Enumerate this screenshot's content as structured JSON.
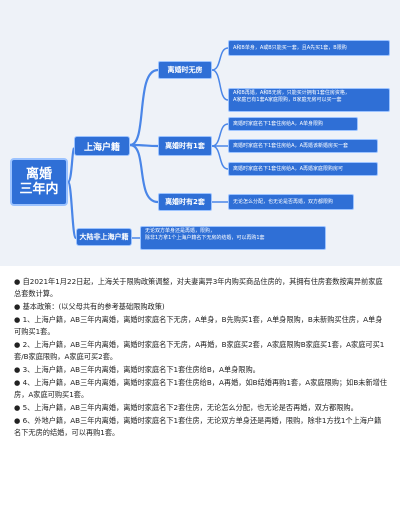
{
  "diagram": {
    "root": "离婚\n三年内",
    "branch_shanghai": "上海户籍",
    "branch_nonlocal": "大陆非上海户籍",
    "no_house": "离婚时无房",
    "one_house": "离婚时有1套",
    "two_house": "离婚时有2套",
    "leaves": {
      "no_house_1": [
        "A和B单身，A或B只能买一套，且A先买1套，B限购"
      ],
      "no_house_2": [
        "A和B再婚，A和B无房，只能买计拥有1套住房资格，",
        "A家庭已有1套A家庭限购，B家庭无房可以买一套"
      ],
      "one_house_1": [
        "离婚时家庭名下1套住房给A，A单身限购"
      ],
      "one_house_2": [
        "离婚时家庭名下1套住房给A，A再婚该新婚房买一套"
      ],
      "one_house_3": [
        "离婚时家庭名下1套住房给A，A再婚家庭限购房可"
      ],
      "two_house_1": [
        "无论怎么分配，也无论是否再婚，双方都限购"
      ],
      "nonlocal_1": [
        "无论双方单身还是再婚，限购，",
        "除非1方拿1个上海户籍名下无房的结婚，可以再购1套"
      ]
    }
  },
  "text": {
    "intro": "自2021年1月22日起，上海关于限购政策调整，对夫妻离异3年内购买商品住房的，其拥有住房套数按离异前家庭总套数计算。",
    "policy_head": "基本政策：(以父母共有的参考基础限购政策)",
    "items": [
      "1、上海户籍，AB三年内离婚，离婚时家庭名下无房，A单身，B先购买1套，A单身限购，B未新购买住房，A单身可购买1套。",
      "2、上海户籍，AB三年内离婚，离婚时家庭名下无房，A再婚，B家庭买2套，A家庭限购B家庭买1套，A家庭可买1套/B家庭限购，A家庭可买2套。",
      "3、上海户籍，AB三年内离婚，离婚时家庭名下1套住房给B，A单身限购。",
      "4、上海户籍，AB三年内离婚，离婚时家庭名下1套住房给B，A再婚，如B结婚再购1套，A家庭限购；如B未新增住房，A家庭可购买1套。",
      "5、上海户籍，AB三年内离婚，离婚时家庭名下2套住房，无论怎么分配，也无论是否再婚，双方都限购。",
      "6、外地户籍，AB三年内离婚，离婚时家庭名下1套住房，无论双方单身还是再婚，限购，除非1方找1个上海户籍名下无房的结婚，可以再购1套。"
    ]
  }
}
